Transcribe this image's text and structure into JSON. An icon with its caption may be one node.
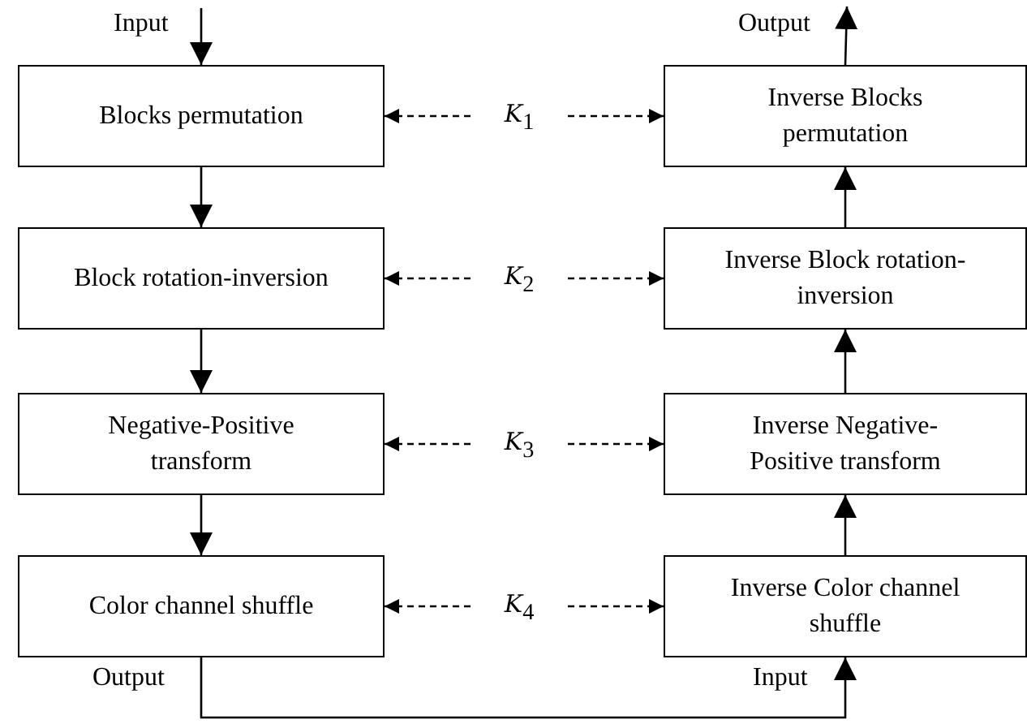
{
  "diagram": {
    "nodes": [
      {
        "text": [
          "Blocks permutation"
        ]
      },
      {
        "text": [
          "Block rotation-inversion"
        ]
      },
      {
        "text": [
          "Negative-Positive transform"
        ]
      },
      {
        "text": [
          "Color channel shuffle"
        ]
      },
      {
        "text": [
          "Inverse Blocks permutation"
        ]
      },
      {
        "text": [
          "Inverse Block rotation-inversion"
        ]
      },
      {
        "text": [
          "Inverse Negative-Positive transform"
        ]
      },
      {
        "text": [
          "Inverse Color channel shuffle"
        ]
      },
      {
        "text": [
          "*K*$_{1}$"
        ]
      },
      {
        "text": [
          "*K*$_{2}$"
        ]
      },
      {
        "text": [
          "*K*$_{3}$"
        ]
      },
      {
        "text": [
          "*K*$_{4}$"
        ]
      }
    ],
    "edges": [
      {
        "from": null,
        "to": 0,
        "arrow": "to"
      },
      {
        "from": 0,
        "to": 1,
        "arrow": "to"
      },
      {
        "from": 1,
        "to": 2,
        "arrow": "to"
      },
      {
        "from": 2,
        "to": 3,
        "arrow": "to"
      },
      {
        "from": 3,
        "to": 7,
        "arrow": "to"
      },
      {
        "from": 7,
        "to": 6,
        "arrow": "to"
      },
      {
        "from": 6,
        "to": 5,
        "arrow": "to"
      },
      {
        "from": 5,
        "to": 4,
        "arrow": "to"
      },
      {
        "from": 4,
        "to": null,
        "arrow": "to"
      },
      {
        "from": 8,
        "to": 0,
        "arrow": "to",
        "style": "dashed"
      },
      {
        "from": 8,
        "to": 4,
        "arrow": "to",
        "style": "dashed"
      },
      {
        "from": 9,
        "to": 1,
        "arrow": "to",
        "style": "dashed"
      },
      {
        "from": 9,
        "to": 5,
        "arrow": "to",
        "style": "dashed"
      },
      {
        "from": 10,
        "to": 2,
        "arrow": "to",
        "style": "dashed"
      },
      {
        "from": 10,
        "to": 6,
        "arrow": "to",
        "style": "dashed"
      },
      {
        "from": 11,
        "to": 3,
        "arrow": "to",
        "style": "dashed"
      },
      {
        "from": 11,
        "to": 7,
        "arrow": "to",
        "style": "dashed"
      }
    ],
    "labels": [
      "Input",
      "Output",
      "Output",
      "Input"
    ]
  }
}
